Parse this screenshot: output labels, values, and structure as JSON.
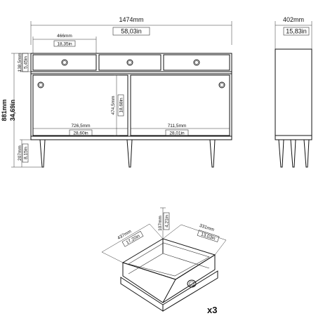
{
  "front_view": {
    "total_width_mm": "1474mm",
    "total_width_in": "58,03in",
    "drawer_width_mm": "466mm",
    "drawer_width_in": "18,35in",
    "drawer_height_mm": "138,5mm",
    "drawer_height_in": "5,45in",
    "total_height_mm": "881mm",
    "total_height_in": "34,69in",
    "door_height_mm": "474,5mm",
    "door_height_in": "18,68in",
    "left_inner_width_mm": "726,5mm",
    "left_inner_width_in": "28,60in",
    "right_inner_width_mm": "711,5mm",
    "right_inner_width_in": "28,01in",
    "leg_height_mm": "207mm",
    "leg_height_in": "8,15in"
  },
  "side_view": {
    "depth_mm": "402mm",
    "depth_in": "15,83in"
  },
  "drawer_detail": {
    "depth_mm": "437mm",
    "depth_in": "17,20in",
    "height_mm": "107mm",
    "height_in": "4,21in",
    "width_mm": "331mm",
    "width_in": "13,03in",
    "quantity": "x3"
  }
}
